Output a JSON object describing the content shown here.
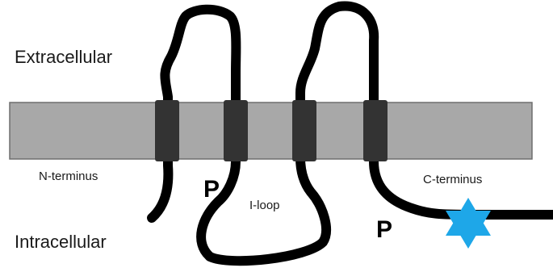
{
  "labels": {
    "extracellular": "Extracellular",
    "intracellular": "Intracellular",
    "n_terminus": "N-terminus",
    "c_terminus": "C-terminus",
    "i_loop": "I-loop",
    "phospho_1": "P",
    "phospho_2": "P"
  },
  "colors": {
    "membrane": "#a8a8a8",
    "membrane_border": "#6e6e6e",
    "helix": "#333333",
    "chain": "#000000",
    "star": "#1ea7e8"
  },
  "icons": {
    "marker": "six-point-star-icon"
  }
}
